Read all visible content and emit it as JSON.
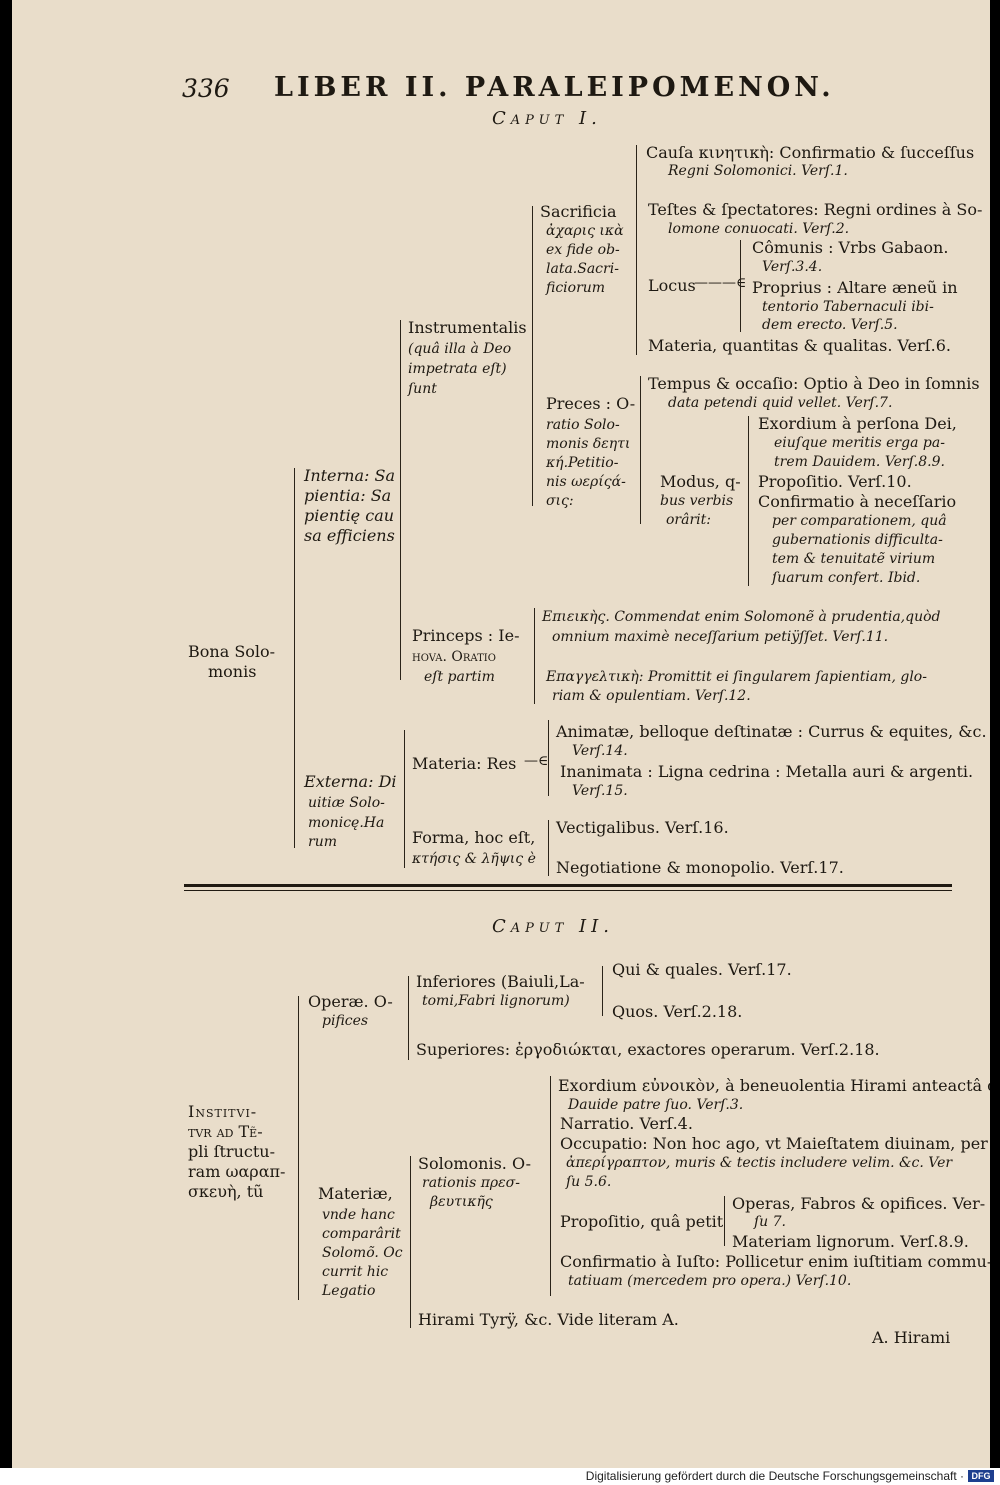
{
  "header": {
    "page_number": "336",
    "running_title": "LIBER II. PARALEIPOMENON."
  },
  "caput1": {
    "title": "Caput I.",
    "root": [
      "Bona Solo-",
      "monis"
    ],
    "interna": [
      "Interna: Sa",
      "pientia: Sa",
      "pientię cau",
      "sa efficiens"
    ],
    "instrumentalis": [
      "Instrumentalis",
      "(quâ illa à Deo",
      "impetrata eſt)",
      "ſunt"
    ],
    "sacrificia": [
      "Sacrificia",
      "ἀχαρις ικὰ",
      "ex fide ob-",
      "lata.Sacri-",
      "ficiorum"
    ],
    "causa": [
      "Cauſa κινητικὴ: Confirmatio & ſucceſſus",
      "Regni Solomonici. Verſ.1."
    ],
    "testes": [
      "Teſtes & ſpectatores: Regni ordines à So-",
      "lomone conuocati. Verſ.2."
    ],
    "locus": "Locus",
    "communis": [
      "Cômunis : Vrbs Gabaon.",
      "Verſ.3.4."
    ],
    "proprius": [
      "Proprius : Altare æneũ in",
      "tentorio Tabernaculi ibi-",
      "dem erecto. Verſ.5."
    ],
    "materia_s": "Materia, quantitas & qualitas. Verſ.6.",
    "preces": [
      "Preces : O-",
      "ratio Solo-",
      "monis δεητι",
      "κή.Petitio-",
      "nis ωερίςά-",
      "σις:"
    ],
    "tempus": [
      "Tempus & occaſio: Optio à Deo in ſomnis",
      "data petendi quid vellet. Verſ.7."
    ],
    "modus": [
      "Modus, q-",
      "bus verbis",
      "orârit:"
    ],
    "exordium1": [
      "Exordium à perſona Dei,",
      "eiuſque meritis erga pa-",
      "trem Dauidem. Verſ.8.9."
    ],
    "propositio1": "Propoſitio. Verſ.10.",
    "confirmatio1": [
      "Confirmatio à neceſſario",
      "per comparationem, quâ",
      "gubernationis difficulta-",
      "tem & tenuitatẽ virium",
      "ſuarum confert. Ibid."
    ],
    "princeps": [
      "Princeps : Ie-",
      "hova. Oratio",
      "eſt partim"
    ],
    "epieikes": [
      "Επιεικὴς. Commendat enim Solomonẽ à prudentia,quòd",
      "omnium maximè neceſſarium petiÿſſet. Verſ.11."
    ],
    "epangeltike": [
      "Επαγγελτικὴ: Promittit ei ſingularem ſapientiam, glo-",
      "riam & opulentiam. Verſ.12."
    ],
    "externa": [
      "Externa: Di",
      "uitiæ Solo-",
      "monicę.Ha",
      "rum"
    ],
    "materia_res": "Materia: Res",
    "animatae": [
      "Animatæ, belloque deſtinatæ : Currus & equites, &c.",
      "Verſ.14."
    ],
    "inanimata": [
      "Inanimata : Ligna cedrina : Metalla auri & argenti.",
      "Verſ.15."
    ],
    "forma": [
      "Forma, hoc eſt,",
      "κτήσις & λῆψις è"
    ],
    "vectigalibus": "Vectigalibus. Verſ.16.",
    "negotiatione": "Negotiatione & monopolio. Verſ.17."
  },
  "caput2": {
    "title": "Caput II.",
    "root": [
      "Institvi-",
      "tvr ad Tẽ-",
      "pli ſtructu-",
      "ram ωαραπ-",
      "σκευὴ, tũ"
    ],
    "operae": [
      "Operæ. O-",
      "pifices"
    ],
    "inferiores": [
      "Inferiores (Baiuli,La-",
      "tomi,Fabri lignorum)"
    ],
    "qui": "Qui & quales. Verſ.17.",
    "quos": "Quos. Verſ.2.18.",
    "superiores": "Superiores: ἐργοδιώκται, exactores operarum. Verſ.2.18.",
    "materiae": [
      "Materiæ,",
      "vnde hanc",
      "comparârit",
      "Solomõ. Oc",
      "currit hic",
      "Legatio"
    ],
    "solomonis": [
      "Solomonis. O-",
      "rationis πρεσ-",
      "βευτικῆς"
    ],
    "exordium2": [
      "Exordium εὐνοικὸν, à beneuolentia Hirami anteactâ cũ",
      "Dauide patre ſuo. Verſ.3."
    ],
    "narratio": "Narratio. Verſ.4.",
    "occupatio": [
      "Occupatio: Non hoc ago, vt Maieſtatem diuinam, per ſe",
      "ἀπερίγραπτον, muris & tectis includere velim. &c. Ver",
      "ſu 5.6."
    ],
    "propositio2": "Propoſitio, quâ petit",
    "operas": [
      "Operas, Fabros & opifices. Ver-",
      "ſu 7."
    ],
    "materiam": "Materiam lignorum. Verſ.8.9.",
    "confirmatio2": [
      "Confirmatio à Iuſto: Pollicetur enim iuſtitiam commu-",
      "tatiuam (mercedem pro opera.) Verſ.10."
    ],
    "hirami": "Hirami Tyrÿ, &c. Vide literam A.",
    "catchword": "A. Hirami"
  },
  "footer": {
    "credit": "Digitalisierung gefördert durch die Deutsche Forschungsgemeinschaft ·",
    "logo": "DFG"
  }
}
